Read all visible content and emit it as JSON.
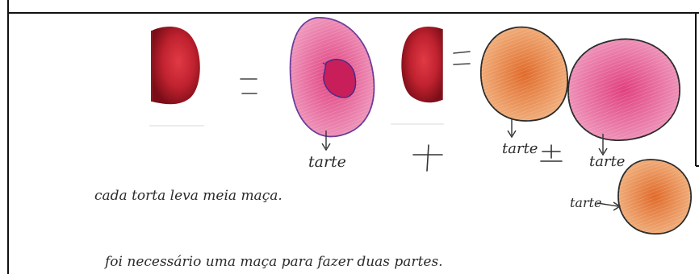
{
  "labels": {
    "tarte_1": "tarte",
    "tarte_2": "tarte",
    "tarte_3": "tarte",
    "tarte_4": "tarte"
  },
  "sentences": {
    "line_1": "cada torta leva meia maça.",
    "line_2": "foi necessário uma maça para fazer duas partes."
  },
  "colors": {
    "frame": "#111111",
    "apple_red": "#c0222f",
    "pink_pie_fill": "#e24f8e",
    "orange_pie_fill": "#e8914a",
    "ink": "#2b2b2b"
  },
  "icons": [
    "half-apple-image",
    "pink-pie-drawing",
    "orange-pie-drawing",
    "arrow-icon",
    "equals-sign",
    "plus-sign"
  ]
}
